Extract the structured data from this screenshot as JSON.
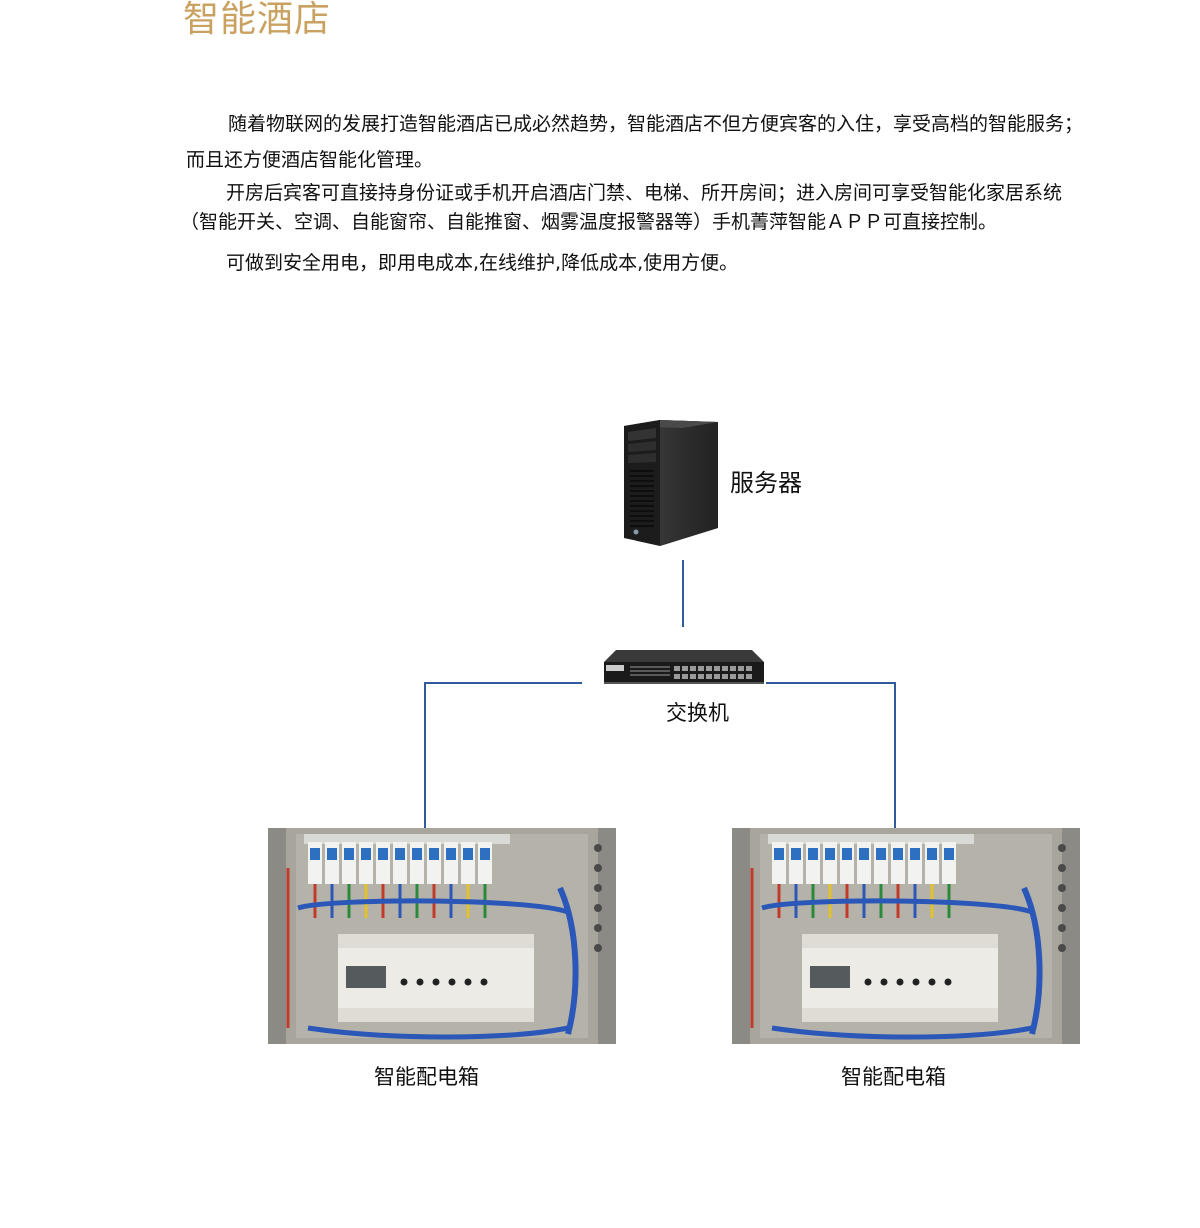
{
  "page": {
    "title": "智能酒店"
  },
  "intro": {
    "p1_line1": "随着物联网的发展打造智能酒店已成必然趋势，智能酒店不但方便宾客的入住，享受高档的智能服务；",
    "p1_line2": "而且还方便酒店智能化管理。",
    "p2_line1": "开房后宾客可直接持身份证或手机开启酒店门禁、电梯、所开房间；进入房间可享受智能化家居系统",
    "p2_line2": "（智能开关、空调、自能窗帘、自能推窗、烟雾温度报警器等）手机菁萍智能ＡＰＰ可直接控制。",
    "p3": "可做到安全用电，即用电成本,在线维护,降低成本,使用方便。"
  },
  "diagram": {
    "server_label": "服务器",
    "switch_label": "交换机",
    "box_left_label": "智能配电箱",
    "box_right_label": "智能配电箱",
    "line_color": "#2f5b9a"
  }
}
